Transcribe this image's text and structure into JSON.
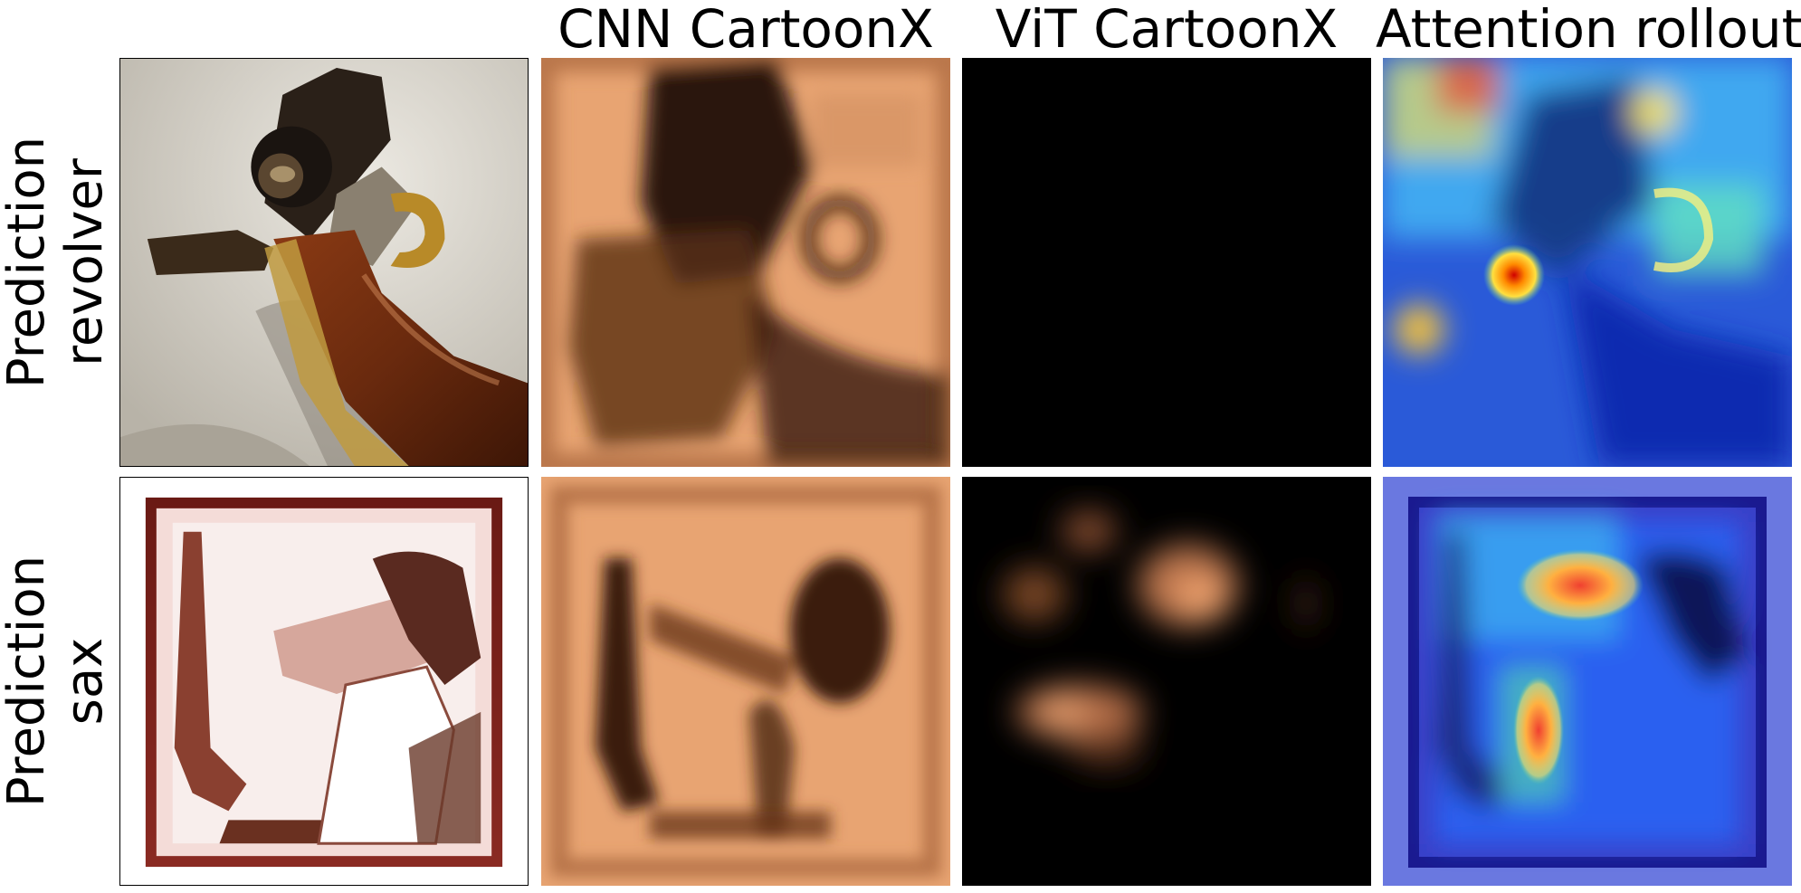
{
  "columns": {
    "input": "",
    "cnn": "CNN CartoonX",
    "vit": "ViT CartoonX",
    "rollout": "Attention rollout"
  },
  "rows": [
    {
      "line1": "Prediction",
      "line2": "revolver"
    },
    {
      "line1": "Prediction",
      "line2": "sax"
    }
  ]
}
